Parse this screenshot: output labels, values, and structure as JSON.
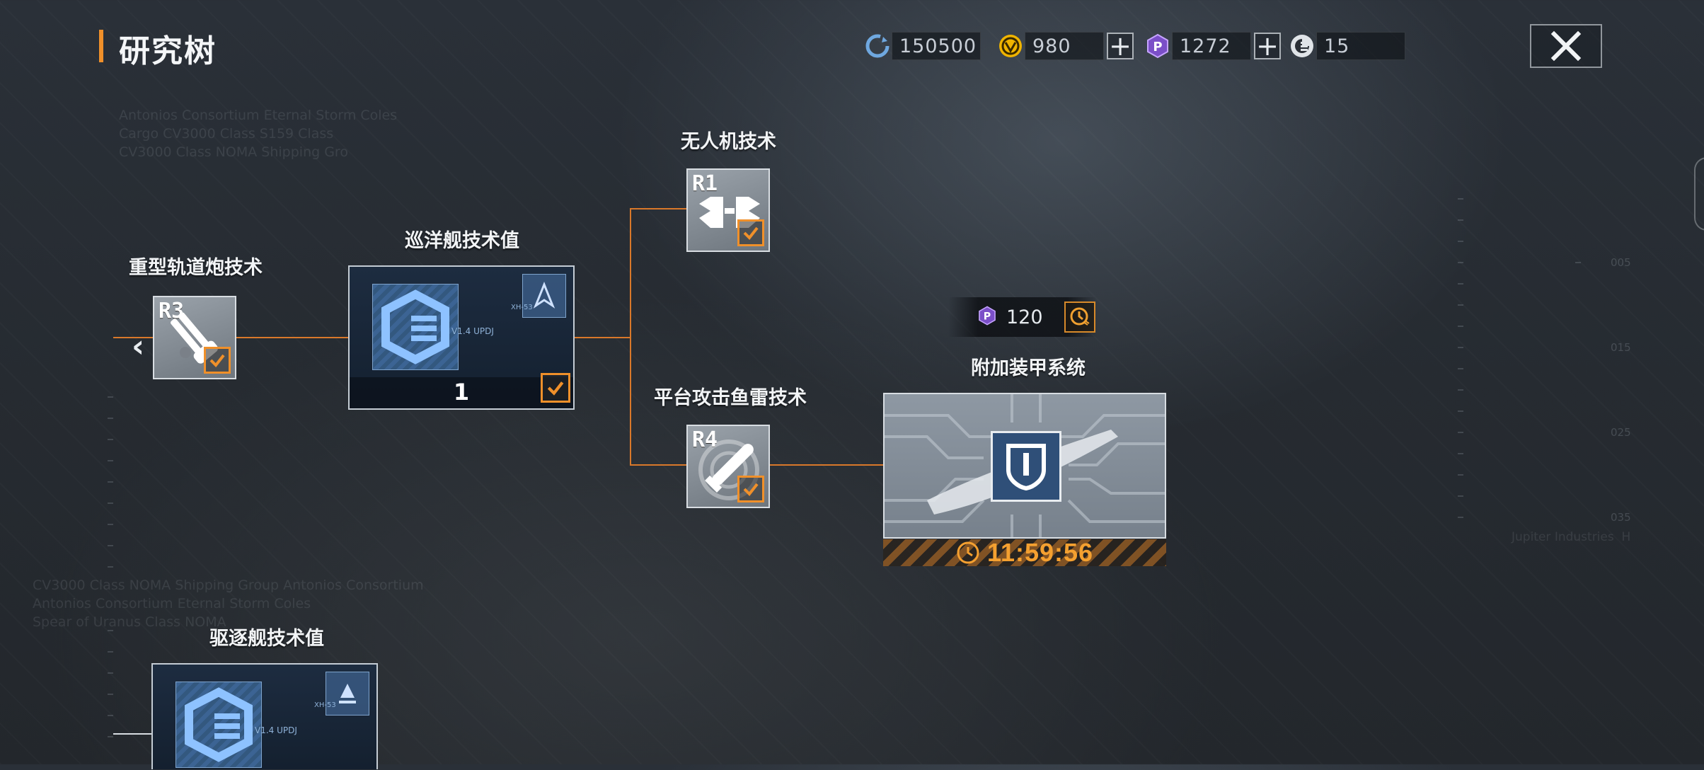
{
  "header": {
    "title": "研究树"
  },
  "currencies": [
    {
      "icon": "refresh-cycle-icon",
      "value": "150500",
      "has_plus": false,
      "color": "#6fa8e0"
    },
    {
      "icon": "gold-coin-icon",
      "value": "980",
      "has_plus": true,
      "color": "#f0b400"
    },
    {
      "icon": "purple-token-icon",
      "value": "1272",
      "has_plus": true,
      "color": "#a070e0"
    },
    {
      "icon": "research-chip-icon",
      "value": "15",
      "has_plus": false,
      "color": "#e0e4e8"
    }
  ],
  "background_text": {
    "top_left": "Antonios Consortium Eternal Storm Coles\nCargo CV3000 Class S159 Class\nCV3000 Class NOMA Shipping Gro",
    "bottom_left": "CV3000 Class NOMA Shipping Group Antonios Consortium\nAntonios Consortium Eternal Storm Coles\nSpear of Uranus Class NOMA",
    "right_footer": "Jupiter Industries  H",
    "ruler_labels": [
      "005",
      "015",
      "025",
      "035"
    ]
  },
  "nodes": {
    "railgun": {
      "label": "重型轨道炮技术",
      "rank": "R3",
      "icon": "railgun-icon",
      "completed": true
    },
    "cruiser": {
      "label": "巡洋舰技术值",
      "count": "1",
      "emblem_text": "V1.4 UPDJ",
      "tag_text": "XH-53",
      "icon": "cruiser-emblem-icon",
      "completed": true
    },
    "drone": {
      "label": "无人机技术",
      "rank": "R1",
      "icon": "drone-icon",
      "completed": true
    },
    "torpedo": {
      "label": "平台攻击鱼雷技术",
      "rank": "R4",
      "icon": "torpedo-icon",
      "completed": true
    },
    "armor": {
      "label": "附加装甲系统",
      "cost": "120",
      "cost_icon": "purple-token-icon",
      "timer": "11:59:56",
      "icon": "armor-shield-icon"
    },
    "destroyer": {
      "label": "驱逐舰技术值",
      "emblem_text": "V1.4 UPDJ",
      "tag_text": "XH-53",
      "icon": "destroyer-emblem-icon"
    }
  },
  "colors": {
    "accent": "#f0902a",
    "line": "#d9782a",
    "timer": "#f4a030"
  }
}
